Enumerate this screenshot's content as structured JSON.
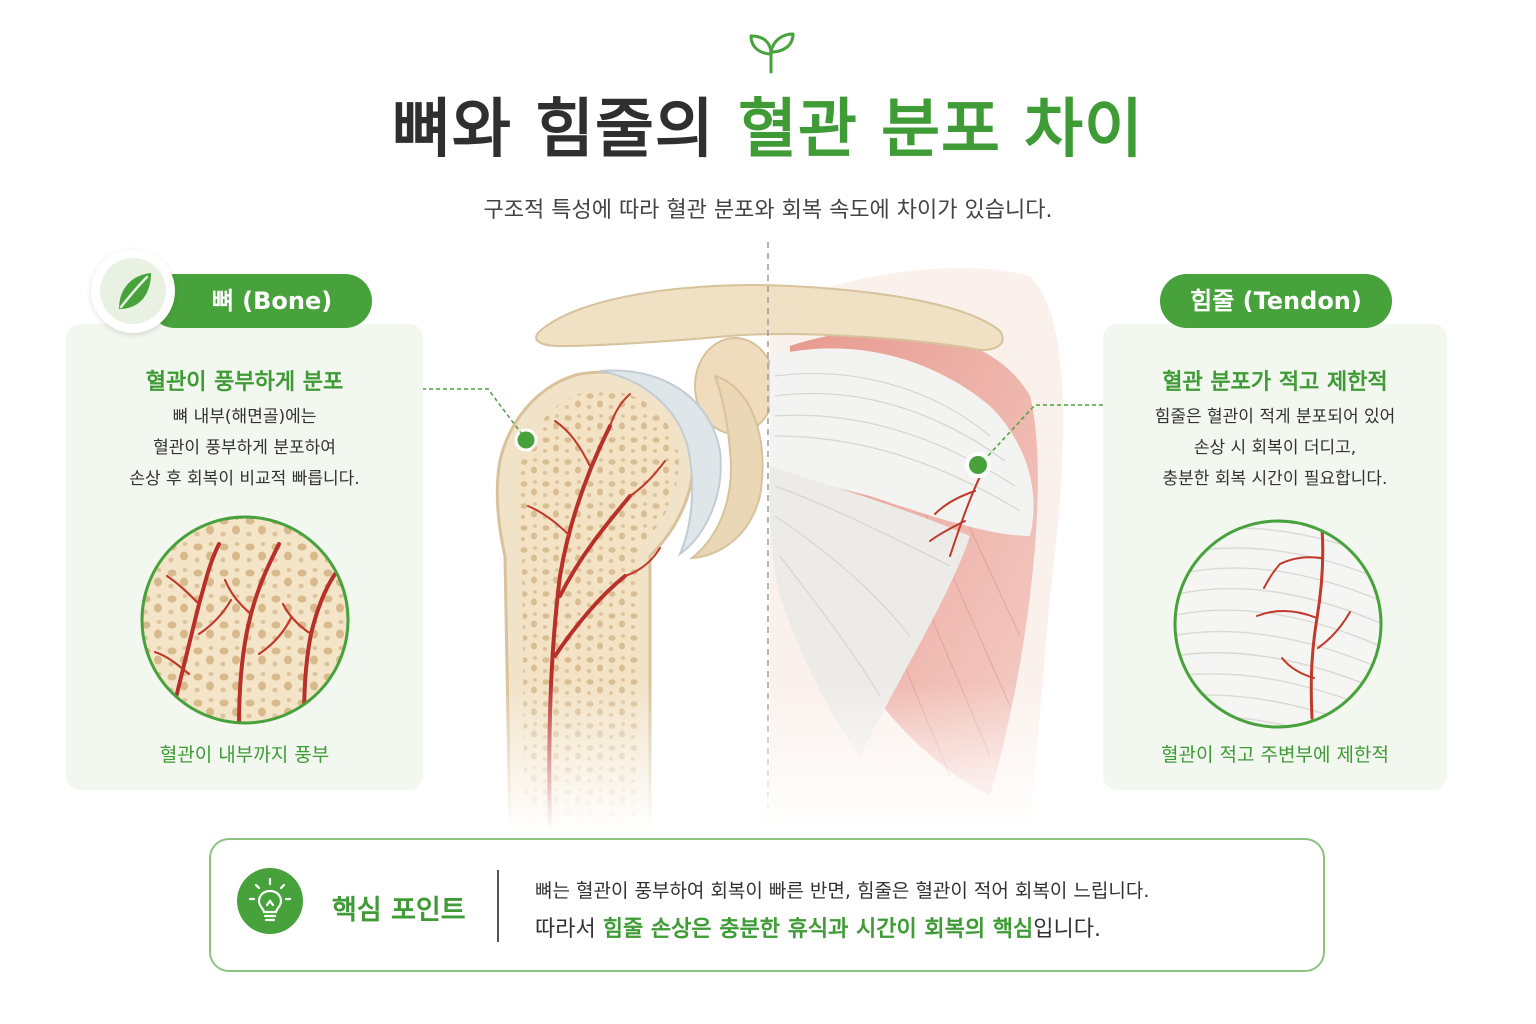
{
  "header": {
    "title_main": "뼈와 힘줄의 ",
    "title_highlight": "혈관 분포 차이",
    "subtitle": "구조적 특성에 따라 혈관 분포와 회복 속도에 차이가 있습니다."
  },
  "bone": {
    "label": "뼈 (Bone)",
    "heading": "혈관이 풍부하게 분포",
    "lines": [
      "뼈 내부(해면골)에는",
      "혈관이 풍부하게 분포하여",
      "손상 후 회복이 비교적 빠릅니다."
    ],
    "caption": "혈관이 내부까지 풍부"
  },
  "tendon": {
    "label": "힘줄 (Tendon)",
    "heading": "혈관 분포가 적고 제한적",
    "lines": [
      "힘줄은 혈관이 적게 분포되어 있어",
      "손상 시 회복이 더디고,",
      "충분한 회복 시간이 필요합니다."
    ],
    "caption": "혈관이 적고 주변부에 제한적"
  },
  "key_point": {
    "label": "핵심 포인트",
    "line1": "뼈는 혈관이 풍부하여 회복이 빠른 반면, 힘줄은 혈관이 적어 회복이 느립니다.",
    "line2_pre": "따라서 ",
    "line2_emphasis": "힘줄 손상은 충분한 휴식과 시간이 회복의 핵심",
    "line2_post": "입니다."
  },
  "colors": {
    "accent_green": "#47a23c",
    "heading_green": "#3f9b35",
    "card_bg": "#f2f7ef",
    "vessel_red": "#c0392b",
    "bone_beige": "#f1e3c8"
  },
  "icons": [
    "sprout-icon",
    "leaf-icon",
    "lightbulb-icon"
  ]
}
